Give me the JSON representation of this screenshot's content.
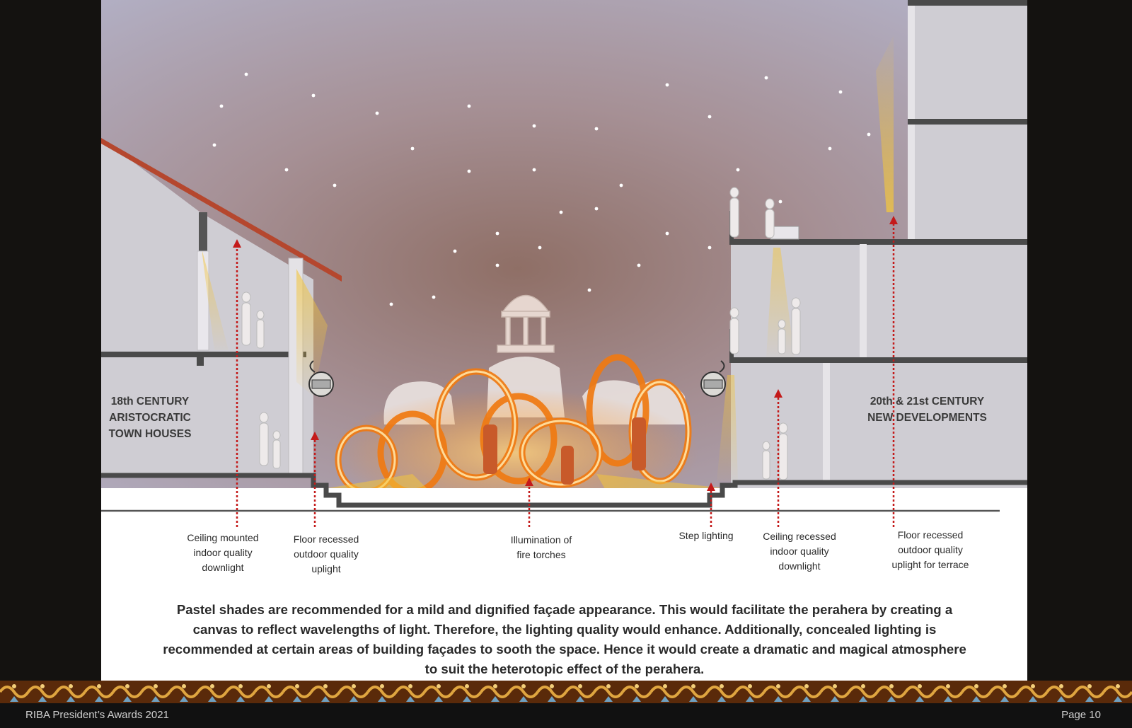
{
  "building_labels": {
    "left": "18th CENTURY\nARISTOCRATIC\nTOWN HOUSES",
    "right": "20th & 21st CENTURY\nNEW DEVELOPMENTS"
  },
  "callouts": [
    {
      "id": "ceiling-mounted-downlight",
      "text": "Ceiling mounted\nindoor quality\ndownlight"
    },
    {
      "id": "floor-recessed-uplight",
      "text": "Floor recessed\noutdoor quality\nuplight"
    },
    {
      "id": "fire-torch-illumination",
      "text": "Illumination of\nfire torches"
    },
    {
      "id": "step-lighting",
      "text": "Step lighting"
    },
    {
      "id": "ceiling-recessed-downlight",
      "text": "Ceiling recessed\nindoor quality\ndownlight"
    },
    {
      "id": "terrace-uplight",
      "text": "Floor recessed\noutdoor quality\nuplight for terrace"
    }
  ],
  "caption": "Pastel shades are recommended for a mild and dignified façade appearance. This would facilitate the perahera by creating a canvas to reflect wavelengths of light. Therefore, the lighting quality would enhance. Additionally, concealed lighting is recommended at certain areas of building façades to sooth the space. Hence it would create a dramatic and magical atmosphere to suit the heterotopic effect of the perahera.",
  "footer": {
    "left": "RIBA President’s Awards 2021",
    "right": "Page 10"
  },
  "colors": {
    "arrow": "#c41a1a",
    "roof": "#b5472e",
    "light_beam": "#f2c53d",
    "fire": "#f07a12",
    "wall": "#cfccd0",
    "slab": "#4a4a4a"
  },
  "icons": [
    "lantern-icon",
    "wall-lamp-icon",
    "person-silhouette-icon",
    "elephant-silhouette-icon",
    "pavilion-icon"
  ]
}
